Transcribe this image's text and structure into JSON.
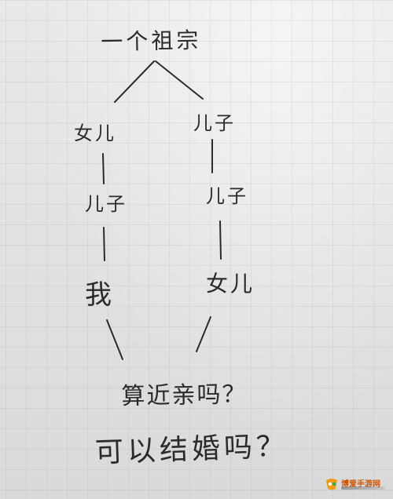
{
  "note": {
    "ancestor": "一个祖宗",
    "left_branch": {
      "level1": "女儿",
      "level2": "儿子",
      "level3": "我"
    },
    "right_branch": {
      "level1": "儿子",
      "level2": "儿子",
      "level3": "女儿"
    },
    "question1": "算近亲吗？",
    "question2": "可以结婚吗？"
  },
  "watermark": {
    "text": "博爱手游网"
  },
  "colors": {
    "ink": "#2b2b2b",
    "paper": "#e6e6e6",
    "grid": "#c9c9c9",
    "watermark": "#d35400"
  }
}
